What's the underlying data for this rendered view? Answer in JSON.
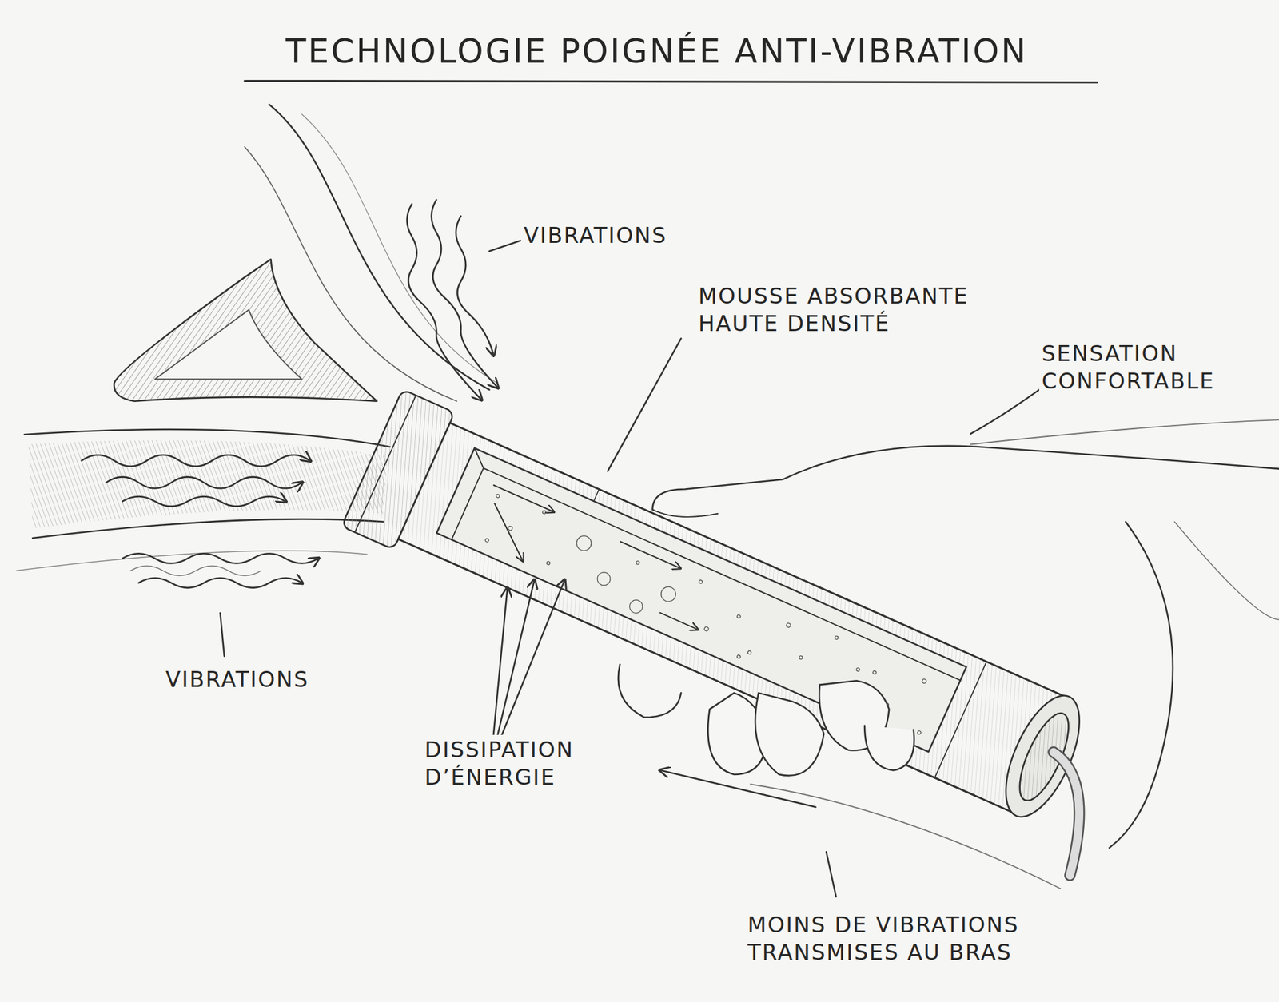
{
  "diagram": {
    "title": "TECHNOLOGIE POIGNÉE ANTI-VIBRATION",
    "labels": [
      "VIBRATIONS",
      "MOUSSE ABSORBANTE HAUTE DENSITÉ",
      "SENSATION CONFORTABLE",
      "VIBRATIONS",
      "DISSIPATION D’ÉNERGIE",
      "MOINS DE VIBRATIONS TRANSMISES AU BRAS"
    ]
  }
}
